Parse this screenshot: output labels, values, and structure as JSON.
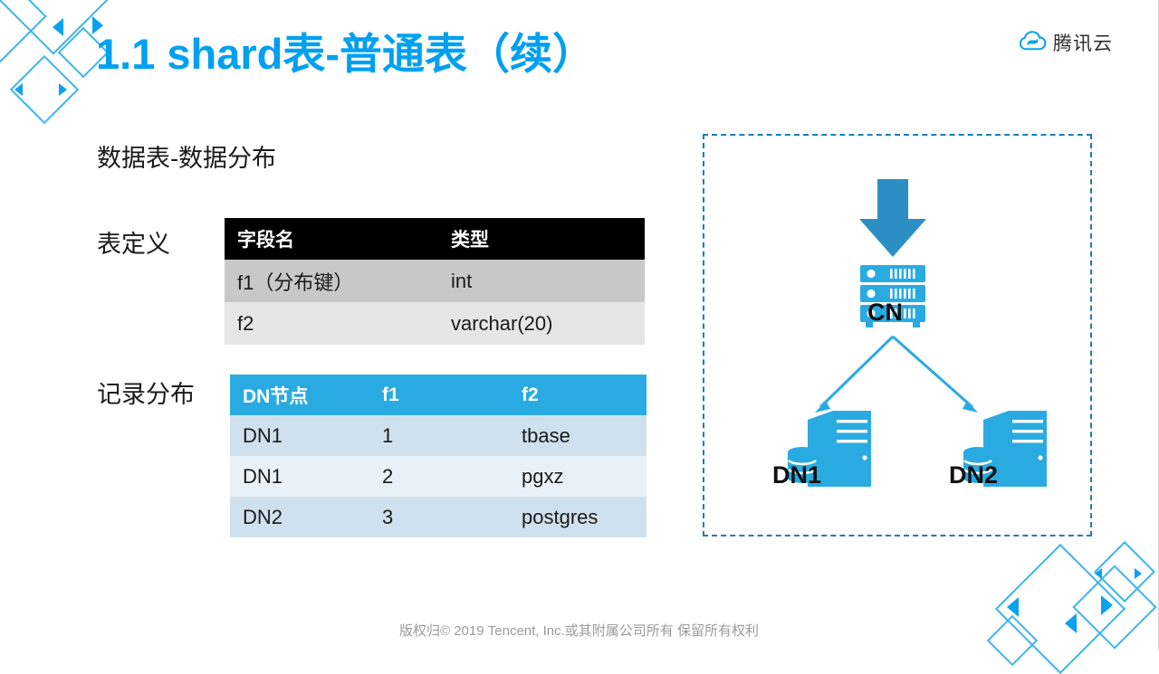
{
  "slide": {
    "title": "1.1 shard表-普通表（续）",
    "section_heading": "数据表-数据分布",
    "footer": "版权归© 2019 Tencent, Inc.或其附属公司所有 保留所有权利"
  },
  "logo": {
    "icon": "tencent-cloud-icon",
    "text": "腾讯云"
  },
  "labels": {
    "table_definition": "表定义",
    "record_distribution": "记录分布"
  },
  "table_definition": {
    "headers": [
      "字段名",
      "类型"
    ],
    "rows": [
      [
        "f1（分布键）",
        "int"
      ],
      [
        "f2",
        "varchar(20)"
      ]
    ]
  },
  "table_distribution": {
    "headers": [
      "DN节点",
      "f1",
      "f2"
    ],
    "rows": [
      [
        "DN1",
        "1",
        "tbase"
      ],
      [
        "DN1",
        "2",
        "pgxz"
      ],
      [
        "DN2",
        "3",
        "postgres"
      ]
    ]
  },
  "diagram": {
    "nodes": [
      {
        "id": "cn",
        "label": "CN",
        "icon": "server-rack-icon"
      },
      {
        "id": "dn1",
        "label": "DN1",
        "icon": "server-database-icon"
      },
      {
        "id": "dn2",
        "label": "DN2",
        "icon": "server-database-icon"
      }
    ],
    "inbound_arrow": "down-arrow-icon",
    "edges": [
      {
        "from": "cn",
        "to": "dn1"
      },
      {
        "from": "cn",
        "to": "dn2"
      }
    ]
  },
  "colors": {
    "title_blue": "#00a0f0",
    "header_blue": "#29abe2",
    "arrow_blue": "#2b8fc4",
    "dashed_border": "#1b7fae",
    "table_header_black": "#000000",
    "footer_gray": "#9b9b9b",
    "decoration_blue": "#39b6ef"
  }
}
